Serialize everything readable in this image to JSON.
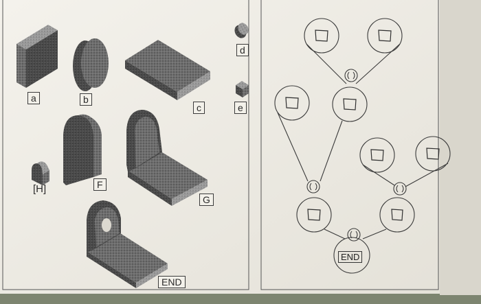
{
  "worksheet": {
    "left_panel": {
      "shapes": [
        {
          "id": "a",
          "label": "a",
          "shape": "square-slab"
        },
        {
          "id": "b",
          "label": "b",
          "shape": "disc"
        },
        {
          "id": "c",
          "label": "c",
          "shape": "flat-slab"
        },
        {
          "id": "d",
          "label": "d",
          "shape": "small-cylinder"
        },
        {
          "id": "e",
          "label": "e",
          "shape": "small-cube"
        },
        {
          "id": "h",
          "label": "[H]",
          "shape": "small-arch-block"
        },
        {
          "id": "f",
          "label": "F",
          "shape": "arch-slab"
        },
        {
          "id": "g",
          "label": "G",
          "shape": "arch-with-base"
        },
        {
          "id": "end",
          "label": "END",
          "shape": "arch-with-hole-and-base"
        }
      ]
    },
    "right_panel": {
      "tree": {
        "end_label": "END",
        "operator_symbol": "()",
        "box_symbol": "□"
      }
    }
  },
  "colors": {
    "paper": "#eeece5",
    "ink": "#2a2a2a",
    "shape_dark": "#4a4a4a",
    "shape_mid": "#7a7a7a",
    "shape_light": "#a8a8a8",
    "background": "#8f8a80"
  }
}
